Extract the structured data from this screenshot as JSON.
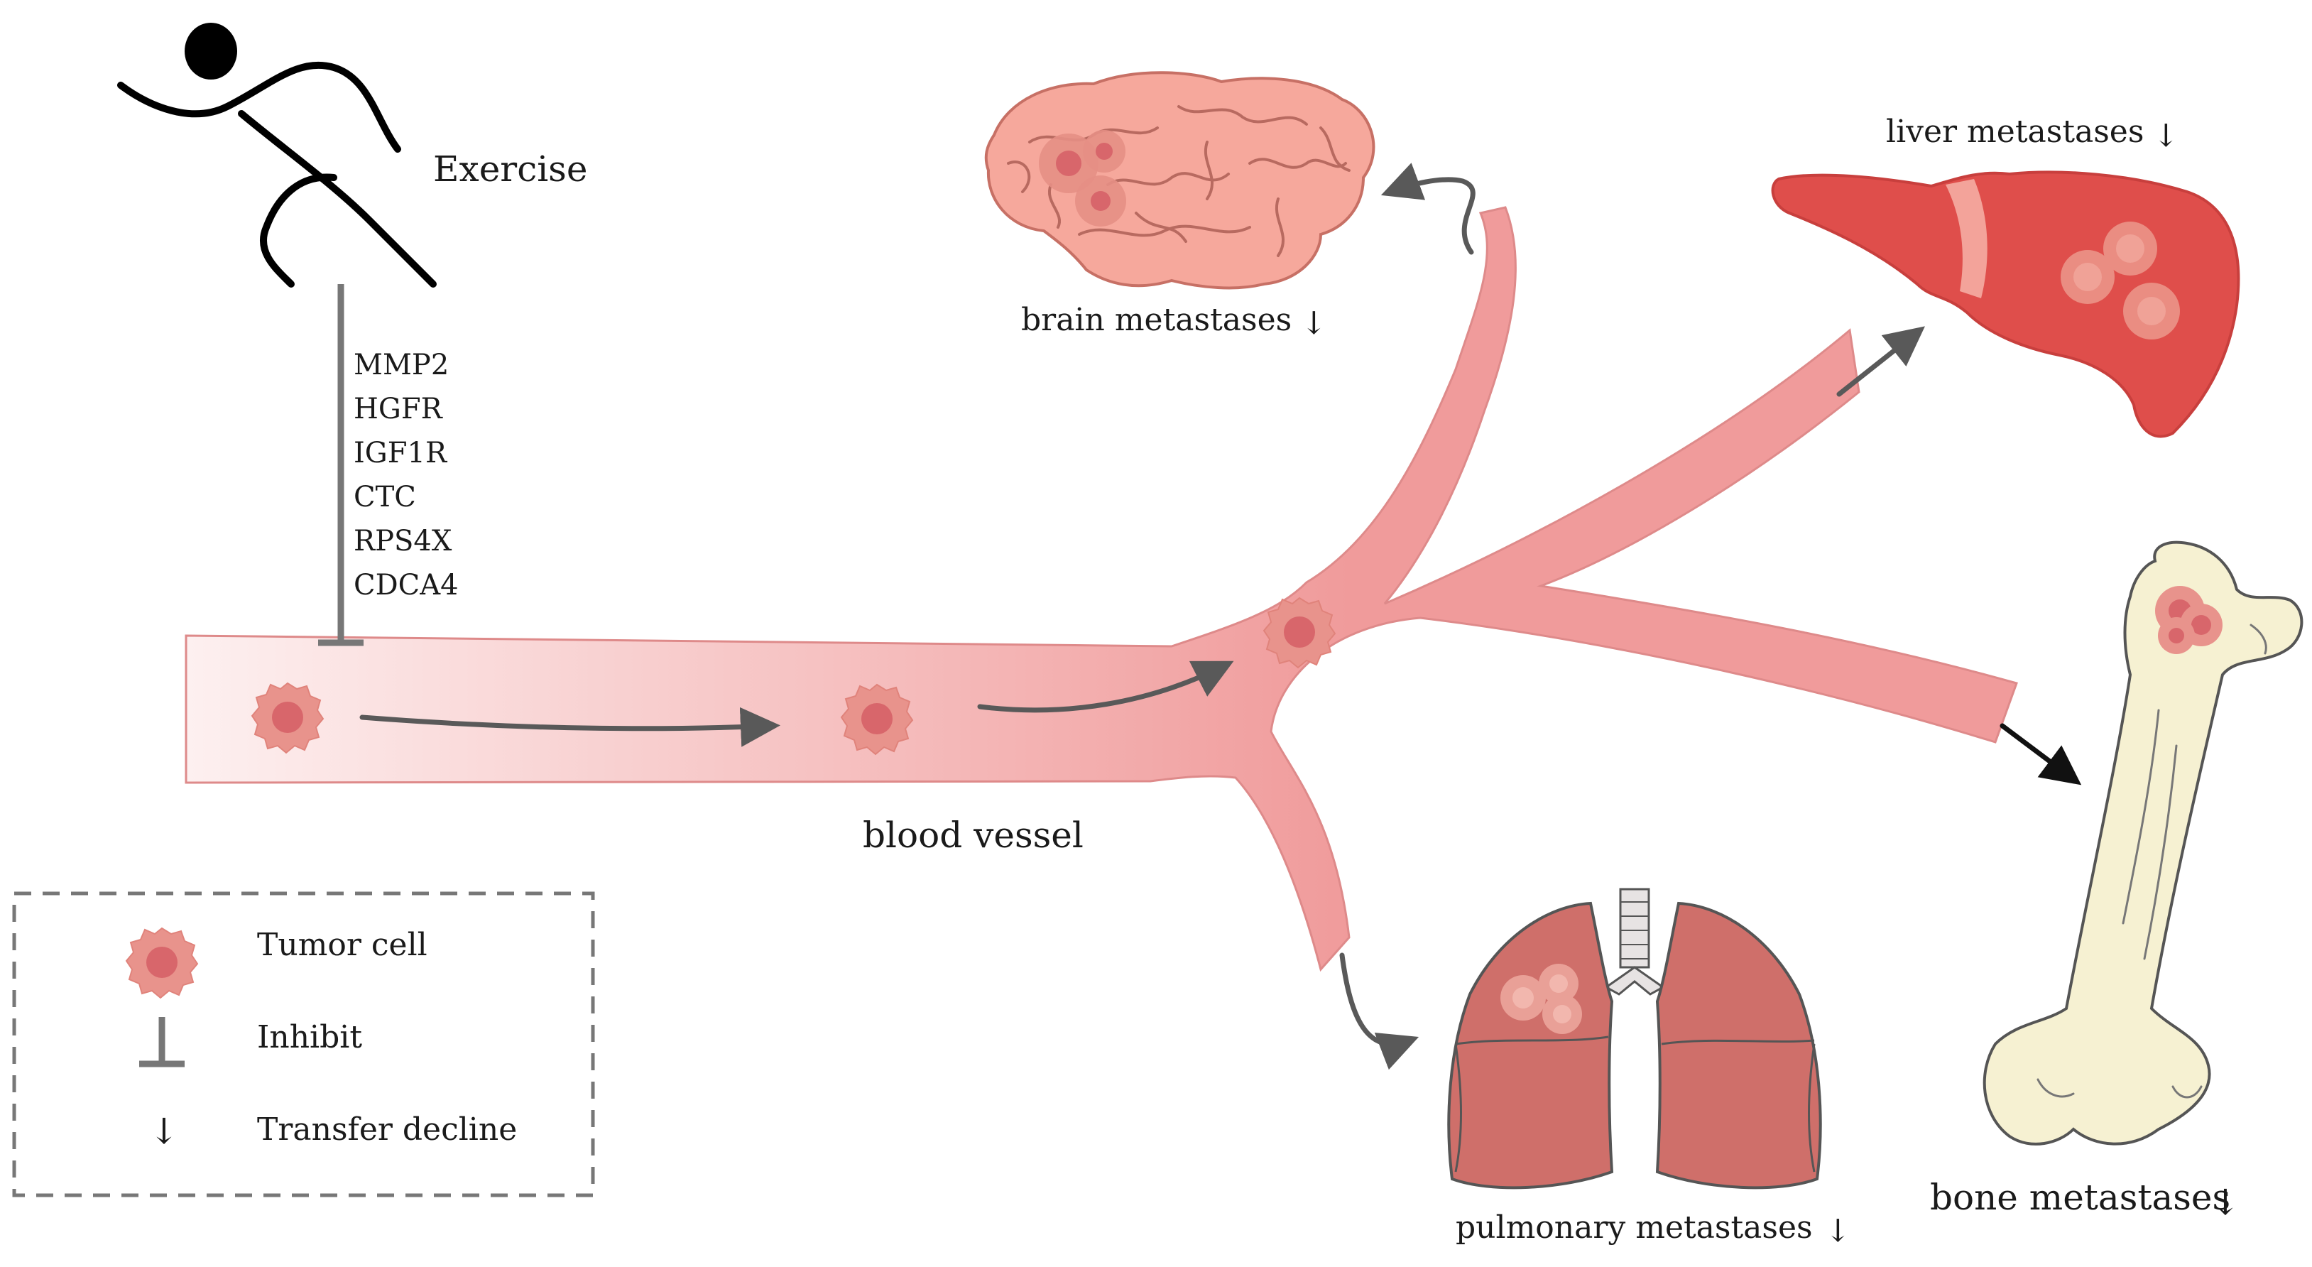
{
  "labels": {
    "exercise": "Exercise",
    "blood_vessel": "blood vessel",
    "brain": "brain metastases",
    "liver": "liver metastases",
    "bone": "bone metastases",
    "pulmonary": "pulmonary metastases"
  },
  "down_arrow_glyph": "↓",
  "inhibited_factors": [
    "MMP2",
    "HGFR",
    "IGF1R",
    "CTC",
    "RPS4X",
    "CDCA4"
  ],
  "legend": {
    "tumor_cell": "Tumor cell",
    "inhibit": "Inhibit",
    "transfer_decline": "Transfer decline"
  },
  "colors": {
    "vessel": "#f09b9b",
    "vessel_light": "#fde7e7",
    "vessel_edge": "#de8a8a",
    "tumor_outer": "#e8938c",
    "tumor_inner": "#d8666b",
    "brain": "#f6a89c",
    "brain_line": "#b86a60",
    "liver": "#df4e4b",
    "lung": "#cf6f6a",
    "bone": "#f6f1d2",
    "arrow": "#595959",
    "text": "#1a1a1a"
  }
}
